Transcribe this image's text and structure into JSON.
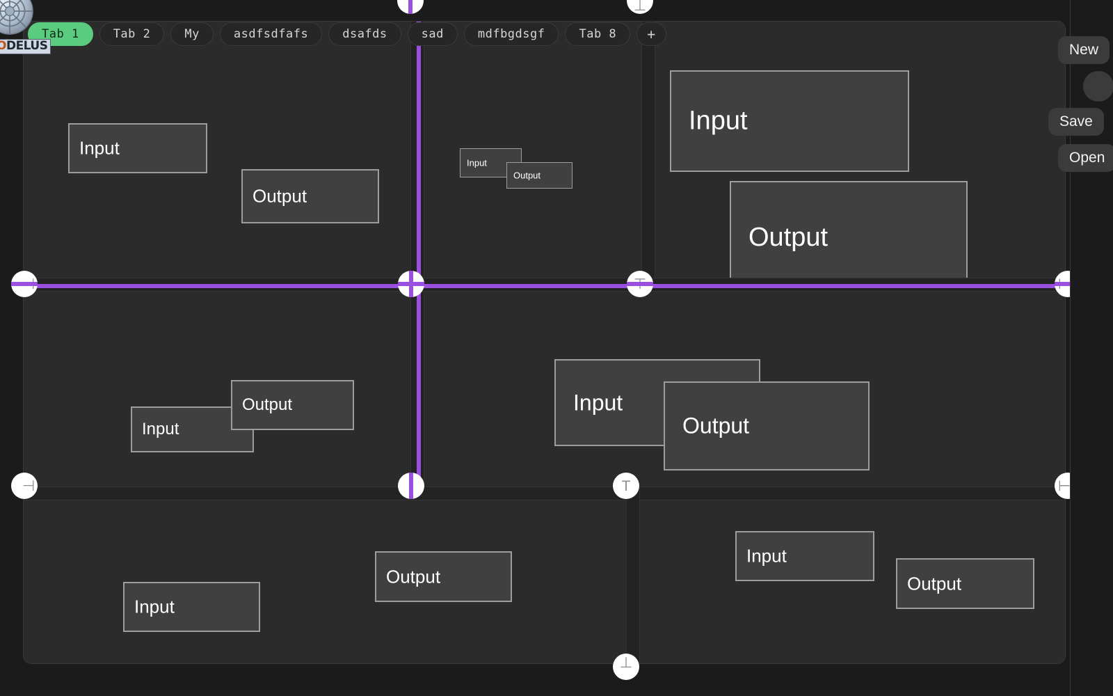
{
  "app": {
    "logo_text_accent": "O",
    "logo_text_rest": "DELUS",
    "background": "#1b1b1b",
    "panel_background": "#2b2b2b",
    "box_fill": "#404040",
    "box_border": "#9d9d9d",
    "splitter_accent": "#9b4fe0",
    "active_tab_color": "#5bcb7f"
  },
  "tabs": [
    {
      "label": "Tab 1",
      "active": true
    },
    {
      "label": "Tab 2",
      "active": false
    },
    {
      "label": "My",
      "active": false
    },
    {
      "label": "asdfsdfafs",
      "active": false
    },
    {
      "label": "dsafds",
      "active": false
    },
    {
      "label": "sad",
      "active": false
    },
    {
      "label": "mdfbgdsgf",
      "active": false
    },
    {
      "label": "Tab 8",
      "active": false
    },
    {
      "label": "+",
      "active": false
    }
  ],
  "side_panel": {
    "buttons": [
      {
        "label": "New"
      },
      {
        "label": "Save"
      },
      {
        "label": "Open"
      }
    ]
  },
  "panes": [
    {
      "name": "pane-top-left",
      "boxes": [
        {
          "label": "Input",
          "size": "large"
        },
        {
          "label": "Output",
          "size": "large"
        }
      ]
    },
    {
      "name": "pane-top-middle",
      "boxes": [
        {
          "label": "Input",
          "size": "small"
        },
        {
          "label": "Output",
          "size": "small"
        }
      ]
    },
    {
      "name": "pane-top-right",
      "boxes": [
        {
          "label": "Input",
          "size": "xlarge"
        },
        {
          "label": "Output",
          "size": "xlarge"
        }
      ]
    },
    {
      "name": "pane-middle-left",
      "boxes": [
        {
          "label": "Output",
          "size": "large"
        },
        {
          "label": "Input",
          "size": "large"
        }
      ]
    },
    {
      "name": "pane-middle-right",
      "boxes": [
        {
          "label": "Input",
          "size": "large"
        },
        {
          "label": "Output",
          "size": "large"
        }
      ]
    },
    {
      "name": "pane-bottom-left",
      "boxes": [
        {
          "label": "Output",
          "size": "large"
        },
        {
          "label": "Input",
          "size": "large"
        }
      ]
    },
    {
      "name": "pane-bottom-right",
      "boxes": [
        {
          "label": "Input",
          "size": "large"
        },
        {
          "label": "Output",
          "size": "large"
        }
      ]
    }
  ],
  "handles": [
    {
      "name": "handle-top-vertical-left",
      "glyph": "|"
    },
    {
      "name": "handle-top-vertical-right",
      "glyph": "⊥"
    },
    {
      "name": "handle-left-horizontal",
      "glyph": "⊣"
    },
    {
      "name": "handle-center-cross",
      "glyph": "+"
    },
    {
      "name": "handle-mid-tee",
      "glyph": "⊤"
    },
    {
      "name": "handle-right-horizontal",
      "glyph": "⊢"
    },
    {
      "name": "handle-lower-left",
      "glyph": "⊣"
    },
    {
      "name": "handle-lower-center",
      "glyph": "|"
    },
    {
      "name": "handle-lower-tee",
      "glyph": "T"
    },
    {
      "name": "handle-lower-right",
      "glyph": "⊢"
    },
    {
      "name": "handle-bottom-tee",
      "glyph": "⊥"
    }
  ]
}
